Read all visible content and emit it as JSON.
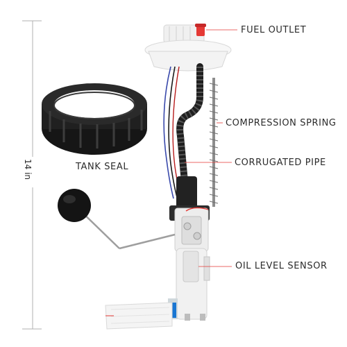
{
  "callouts": {
    "fuel_outlet": "FUEL OUTLET",
    "compression_spring": "COMPRESSION SPRING",
    "corrugated_pipe": "CORRUGATED PIPE",
    "oil_level_sensor": "OIL LEVEL SENSOR",
    "tank_seal": "TANK SEAL"
  },
  "dimension": {
    "height_label": "14 in"
  },
  "colors": {
    "callout_line": "#e53935",
    "accent_red": "#e53935",
    "dimension_line": "#9e9e9e",
    "text": "#2b2b2b",
    "pump_body": "#f2f2f2",
    "seal": "#1e1e1e"
  }
}
